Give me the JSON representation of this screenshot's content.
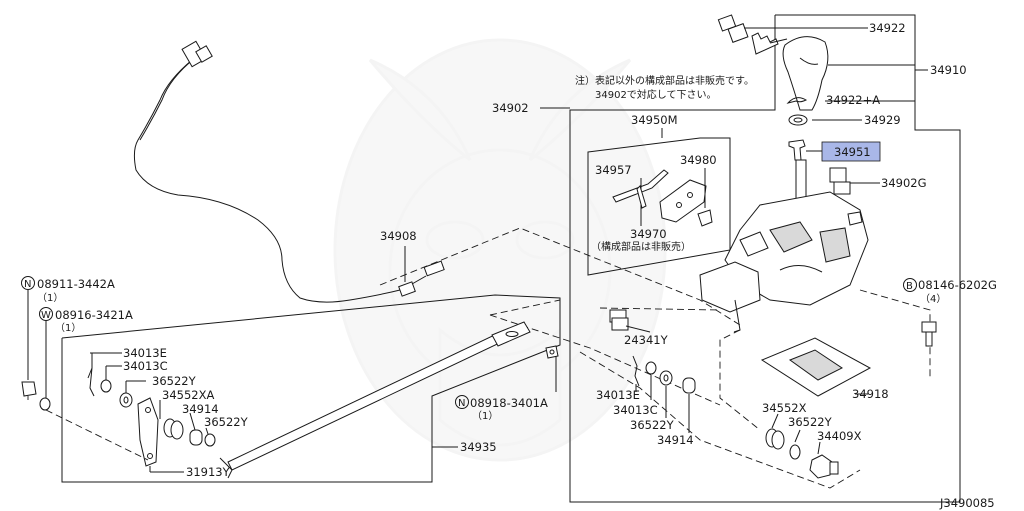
{
  "diagram_id": "J3490085",
  "note": {
    "line1": "注）表記以外の構成部品は非販売です。",
    "line2": "34902で対応して下さい。"
  },
  "subassembly_note": "（構成部品は非販売）",
  "highlight_color": "#a9b7e8",
  "labels": {
    "p34922": "34922",
    "p34910": "34910",
    "p34922A": "34922+A",
    "p34929": "34929",
    "p34951": "34951",
    "p34902G": "34902G",
    "p34902": "34902",
    "p34950M": "34950M",
    "p34957": "34957",
    "p34980": "34980",
    "p34970": "34970",
    "p34908": "34908",
    "p08146": "08146-6202G",
    "p08146q": "（4）",
    "p08911": "08911-3442A",
    "p08911q": "（1）",
    "p08916": "08916-3421A",
    "p08916q": "（1）",
    "p34013E_l": "34013E",
    "p34013C_l": "34013C",
    "p36522Y_l1": "36522Y",
    "p34552XA": "34552XA",
    "p34914_l": "34914",
    "p36522Y_l2": "36522Y",
    "p31913Y": "31913Y",
    "p34935": "34935",
    "p08918": "08918-3401A",
    "p08918q": "（1）",
    "p24341Y": "24341Y",
    "p34013E_r": "34013E",
    "p34013C_r": "34013C",
    "p36522Y_r": "36522Y",
    "p34914_r": "34914",
    "p34918": "34918",
    "p34552X": "34552X",
    "p36522Y_r2": "36522Y",
    "p34409X": "34409X"
  },
  "markers": {
    "n": "N",
    "w": "W",
    "b": "B"
  }
}
